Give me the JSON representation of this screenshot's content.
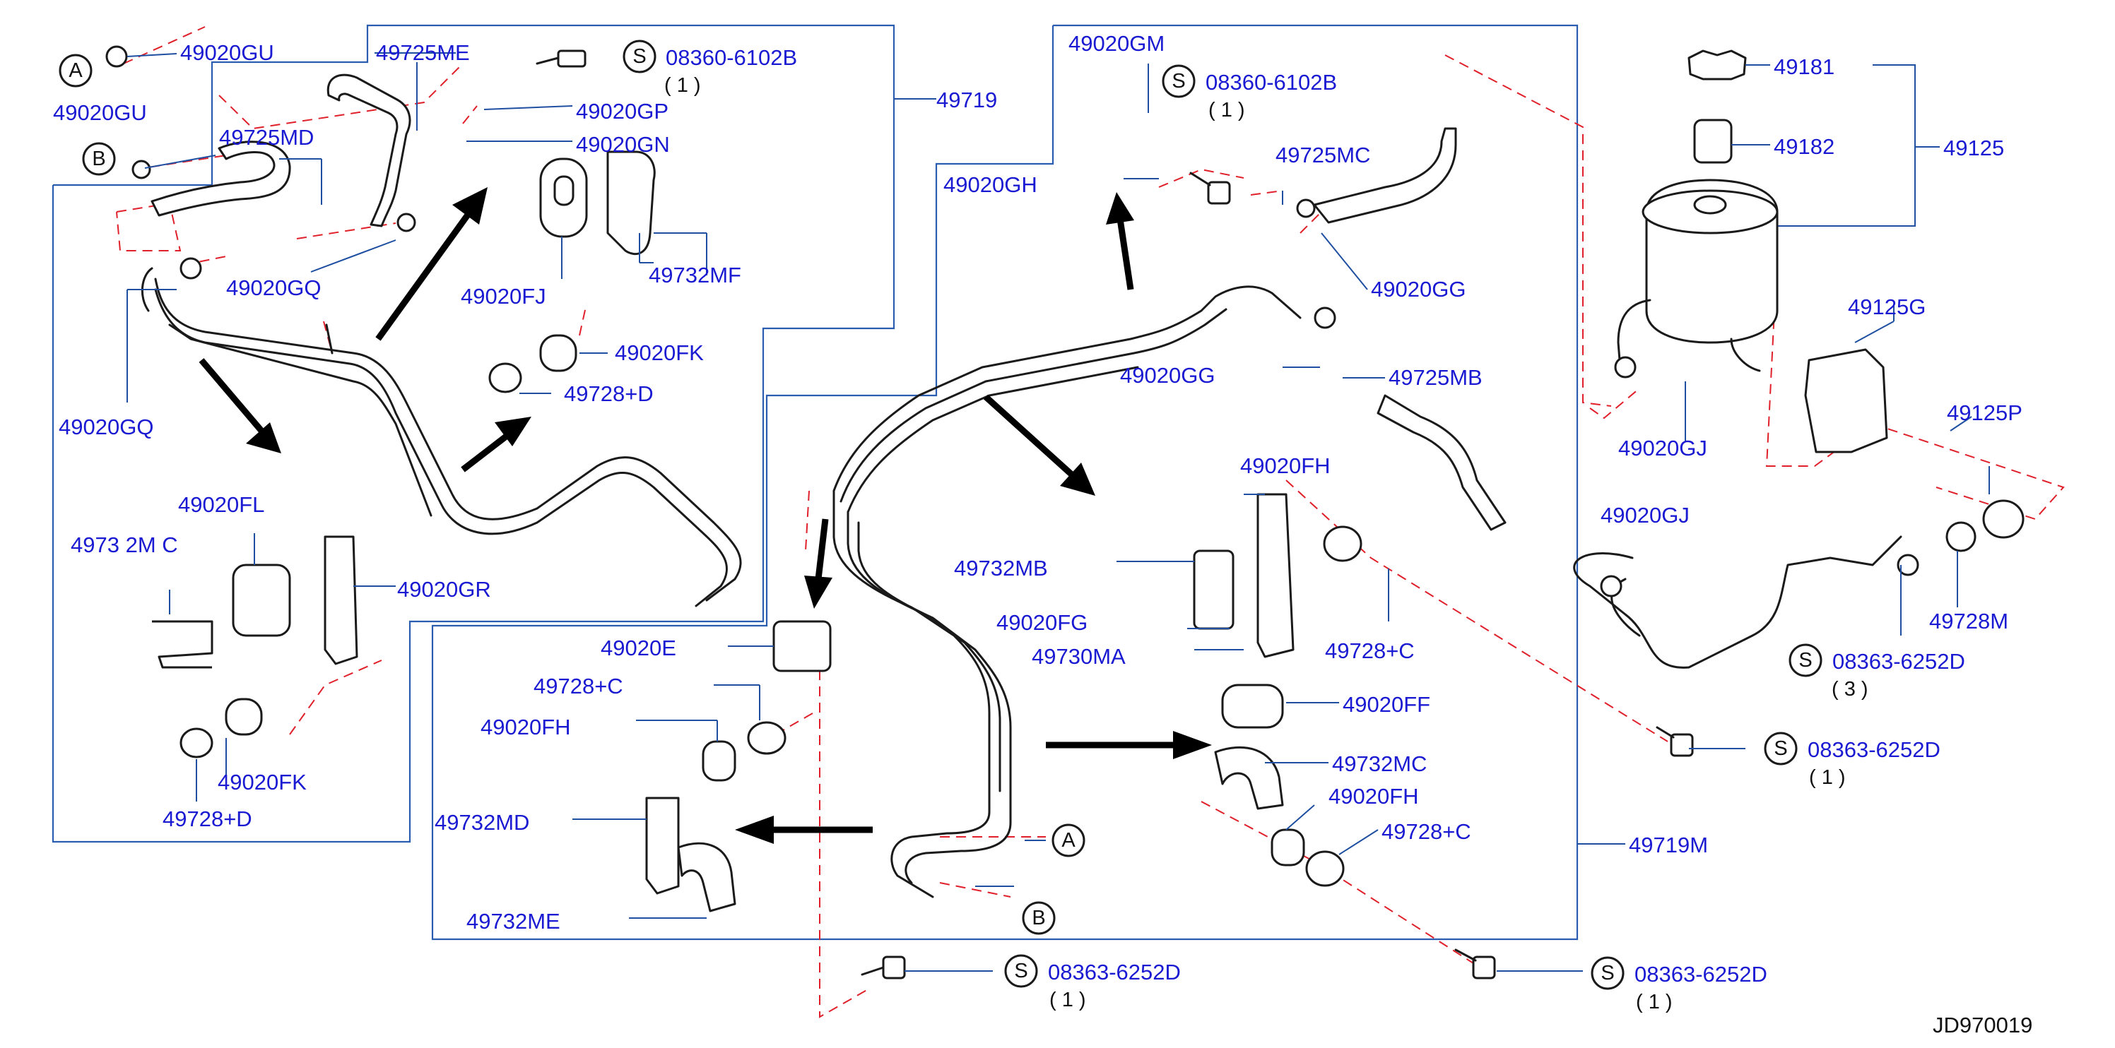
{
  "diagram_code": "JD970019",
  "callouts": {
    "A": "A",
    "B": "B",
    "S": "S"
  },
  "labels": {
    "p49020GU_a": "49020GU",
    "p49020GU_b": "49020GU",
    "p49725ME": "49725ME",
    "p49725MD": "49725MD",
    "p49020GP": "49020GP",
    "p49020GN": "49020GN",
    "p49020GQ_a": "49020GQ",
    "p49020GQ_b": "49020GQ",
    "p49020FJ": "49020FJ",
    "p49732MF": "49732MF",
    "p49020FK_a": "49020FK",
    "p49728D_a": "49728+D",
    "p49719": "49719",
    "p49020FL": "49020FL",
    "p4973_2MC": "4973 2M C",
    "p49020GR": "49020GR",
    "p49020FK_b": "49020FK",
    "p49728D_b": "49728+D",
    "p49020GM": "49020GM",
    "p49020GH": "49020GH",
    "p49725MC": "49725MC",
    "p49020GG_a": "49020GG",
    "p49020GG_b": "49020GG",
    "p49725MB": "49725MB",
    "p49020FH_a": "49020FH",
    "p49732MB": "49732MB",
    "p49020FG": "49020FG",
    "p49730MA": "49730MA",
    "p49728C_a": "49728+C",
    "p49020E": "49020E",
    "p49728C_b": "49728+C",
    "p49020FH_b": "49020FH",
    "p49732MD": "49732MD",
    "p49732ME": "49732ME",
    "p49020FF": "49020FF",
    "p49732MC": "49732MC",
    "p49020FH_c": "49020FH",
    "p49728C_c": "49728+C",
    "p49719M": "49719M",
    "p49181": "49181",
    "p49182": "49182",
    "p49125": "49125",
    "p49125G": "49125G",
    "p49125P": "49125P",
    "p49020GJ": "49020GJ",
    "p49020GJ_b": "49020GJ",
    "p49728M": "49728M"
  },
  "fasteners": [
    {
      "code": "08360-6102B",
      "qty": "( 1 )"
    },
    {
      "code": "08360-6102B",
      "qty": "( 1 )"
    },
    {
      "code": "08363-6252D",
      "qty": "( 3 )"
    },
    {
      "code": "08363-6252D",
      "qty": "( 1 )"
    },
    {
      "code": "08363-6252D",
      "qty": "( 1 )"
    },
    {
      "code": "08363-6252D",
      "qty": "( 1 )"
    }
  ],
  "colors": {
    "label": "#1a1ad2",
    "leader": "#1f4fa0",
    "dashed": "#e0202a",
    "line": "#1a1a1a"
  }
}
